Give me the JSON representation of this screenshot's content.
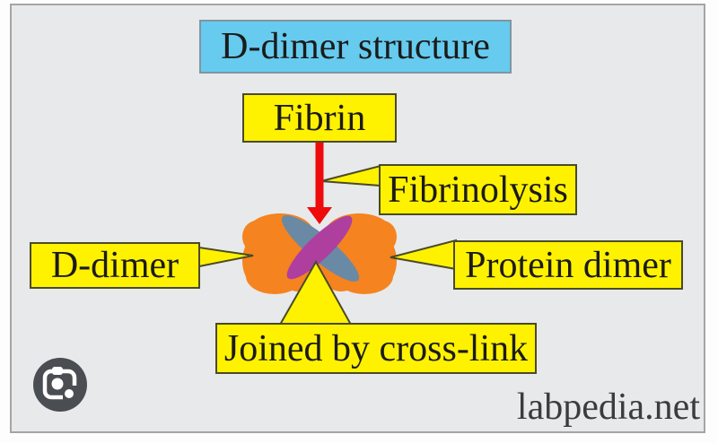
{
  "diagram": {
    "title": "D-dimer structure",
    "nodes": {
      "fibrin": "Fibrin",
      "fibrinolysis": "Fibrinolysis",
      "d_dimer": "D-dimer",
      "protein_dimer": "Protein dimer",
      "joined": "Joined by cross-link"
    },
    "watermark": "labpedia.net",
    "colors": {
      "canvas": "#e8e9ea",
      "title_fill": "#66cbee",
      "label_fill": "#fff200",
      "label_border": "#4a4a2a",
      "arrow": "#ee0b0b",
      "lobe": "#f5831f",
      "strand_blue": "#6a89a5",
      "strand_purple": "#af3f9f"
    },
    "icons": {
      "lens": "camera-lens-icon"
    }
  }
}
